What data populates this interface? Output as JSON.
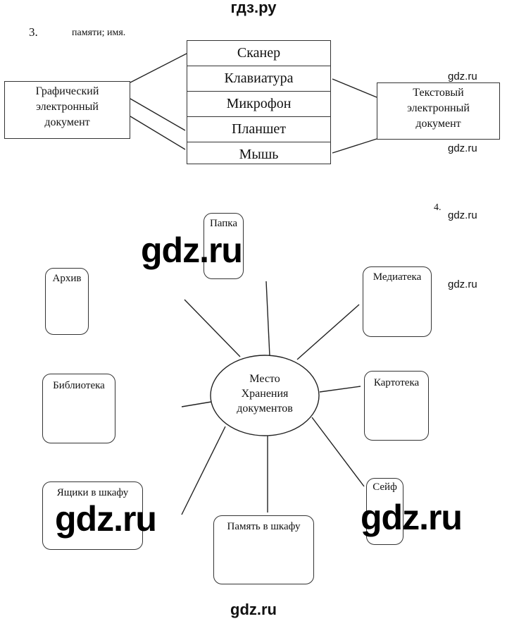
{
  "header": {
    "site": "гдз.ру"
  },
  "task3": {
    "number": "3.",
    "note": "памяти; имя.",
    "left_doc": [
      "Графический",
      "электронный",
      "документ"
    ],
    "right_doc": [
      "Текстовый",
      "электронный",
      "документ"
    ],
    "devices": [
      "Сканер",
      "Клавиатура",
      "Микрофон",
      "Планшет",
      "Мышь"
    ]
  },
  "task4": {
    "number": "4.",
    "center": [
      "Место",
      "Хранения",
      "документов"
    ],
    "nodes": {
      "papka": "Папка",
      "arhiv": "Архив",
      "mediateka": "Медиатека",
      "biblioteka": "Библиотека",
      "kartoteka": "Картотека",
      "yashchiki": "Ящики в шкафу",
      "pamyat": "Память в шкафу",
      "seyf": "Сейф"
    }
  },
  "watermarks": {
    "small": "gdz.ru",
    "big": "gdz.ru"
  }
}
